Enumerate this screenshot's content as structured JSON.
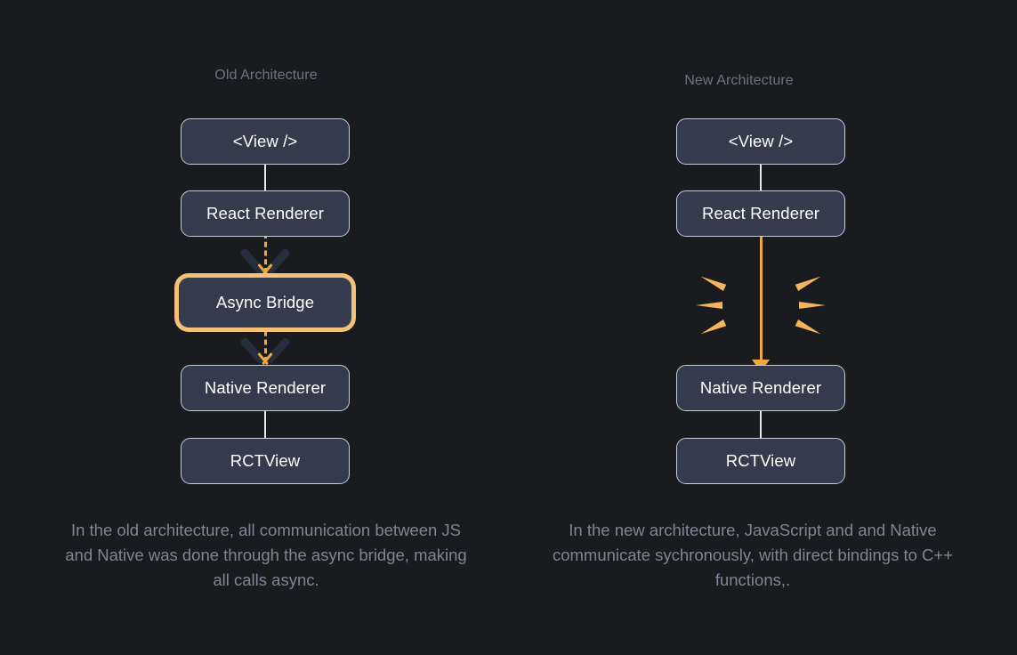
{
  "theme": {
    "background": "#1a1b1e",
    "node_fill": "#333b4d",
    "node_border": "#c9ccd4",
    "node_text": "#ffffff",
    "accent": "#f0a73c",
    "highlight_ring": "#f5c178",
    "muted_text": "#6b7285",
    "caption_text": "#7e8597",
    "shadow_chevron": "#262d3c"
  },
  "columns": [
    {
      "id": "old-architecture",
      "title": "Old Architecture",
      "nodes": [
        {
          "label": "<View />"
        },
        {
          "label": "React Renderer"
        },
        {
          "label": "Async Bridge"
        },
        {
          "label": "Native Renderer"
        },
        {
          "label": "RCTView"
        }
      ],
      "connectors": [
        {
          "from": "<View />",
          "to": "React Renderer",
          "style": "solid-white"
        },
        {
          "from": "React Renderer",
          "to": "Async Bridge",
          "style": "dashed-orange-arrow"
        },
        {
          "from": "Async Bridge",
          "to": "Native Renderer",
          "style": "dashed-orange-arrow"
        },
        {
          "from": "Native Renderer",
          "to": "RCTView",
          "style": "solid-white"
        }
      ],
      "highlighted_node": "Async Bridge",
      "caption": "In the old architecture, all communication between JS and Native was done through the async bridge, making all calls async."
    },
    {
      "id": "new-architecture",
      "title": "New Architecture",
      "nodes": [
        {
          "label": "<View />"
        },
        {
          "label": "React Renderer"
        },
        {
          "label": "Native Renderer"
        },
        {
          "label": "RCTView"
        }
      ],
      "connectors": [
        {
          "from": "<View />",
          "to": "React Renderer",
          "style": "solid-white"
        },
        {
          "from": "React Renderer",
          "to": "Native Renderer",
          "style": "solid-orange-arrow"
        },
        {
          "from": "Native Renderer",
          "to": "RCTView",
          "style": "solid-white"
        }
      ],
      "burst_rays": 6,
      "caption": "In the new architecture, JavaScript and and Native communicate sychronously, with direct bindings to C++ functions,."
    }
  ]
}
